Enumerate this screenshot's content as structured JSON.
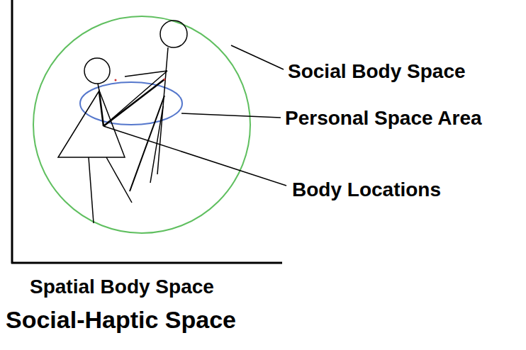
{
  "diagram": {
    "title": "Social-Haptic Space",
    "labels": [
      "Social Body Space",
      "Personal Space Area",
      "Body Locations",
      "Spatial Body Space"
    ]
  }
}
